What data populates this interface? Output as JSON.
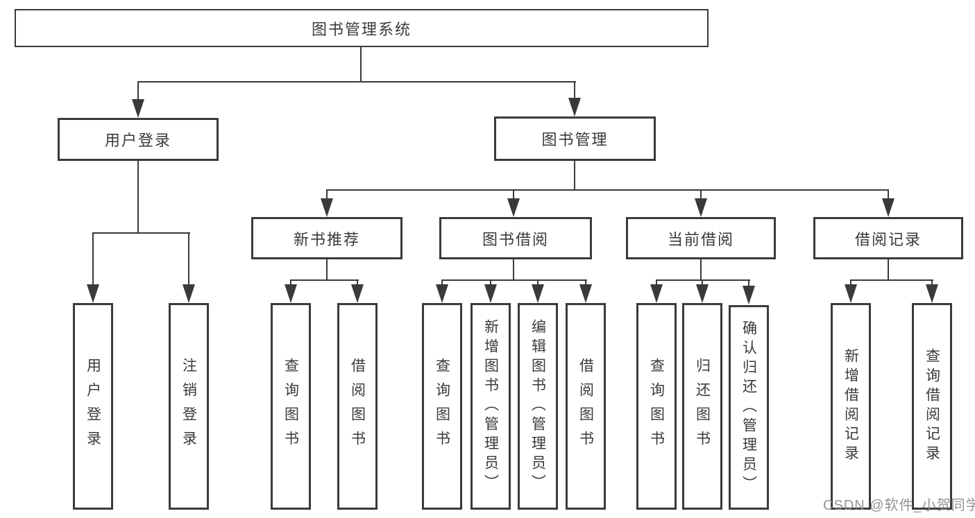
{
  "diagram": {
    "title": "图书管理系统",
    "children": [
      {
        "label": "用户登录",
        "children": [
          {
            "label": "用户登录"
          },
          {
            "label": "注销登录"
          }
        ]
      },
      {
        "label": "图书管理",
        "children": [
          {
            "label": "新书推荐",
            "children": [
              {
                "label": "查询图书"
              },
              {
                "label": "借阅图书"
              }
            ]
          },
          {
            "label": "图书借阅",
            "children": [
              {
                "label": "查询图书"
              },
              {
                "label": "新增图书（管理员）"
              },
              {
                "label": "编辑图书（管理员）"
              },
              {
                "label": "借阅图书"
              }
            ]
          },
          {
            "label": "当前借阅",
            "children": [
              {
                "label": "查询图书"
              },
              {
                "label": "归还图书"
              },
              {
                "label": "确认归还（管理员）"
              }
            ]
          },
          {
            "label": "借阅记录",
            "children": [
              {
                "label": "新增借阅记录"
              },
              {
                "label": "查询借阅记录"
              }
            ]
          }
        ]
      }
    ]
  },
  "watermark": {
    "text": "CSDN @软件_小贺同学"
  },
  "colors": {
    "line": "#3a3a3a",
    "text": "#3a3a3a",
    "background": "#ffffff",
    "watermark": "#8a8a8a"
  }
}
